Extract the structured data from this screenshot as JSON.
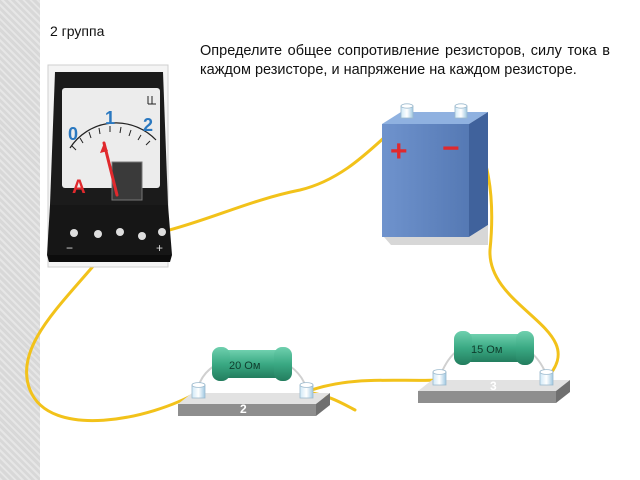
{
  "header": {
    "group_label": "2 группа",
    "task_text": "Определите общее сопротивление резисторов, силу тока в каждом резисторе, и напряжение на каждом резисторе."
  },
  "ammeter": {
    "symbol": "A",
    "scale_labels": [
      "0",
      "1",
      "2"
    ],
    "polarity_minus": "−",
    "polarity_plus": "+"
  },
  "battery": {
    "plus_sign": "+",
    "minus_sign": "−"
  },
  "resistors": [
    {
      "label": "20 Ом",
      "board_number": "2"
    },
    {
      "label": "15 Ом",
      "board_number": "3"
    }
  ],
  "colors": {
    "wire": "#f2c21a",
    "battery": "#5f84c0",
    "resistor": "#3aa983",
    "plus": "#e0292d",
    "scale_numbers": "#2a78c0",
    "symbol_a": "#e0292d"
  }
}
